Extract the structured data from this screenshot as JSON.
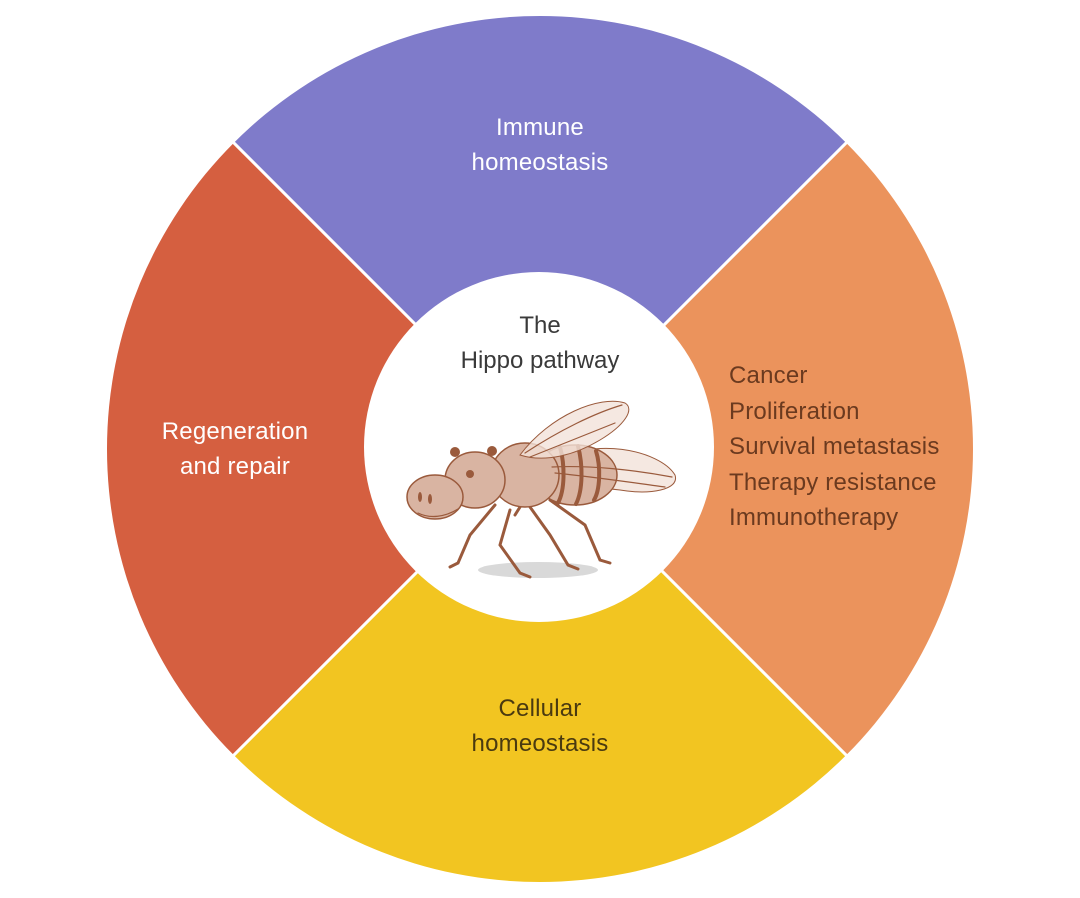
{
  "diagram": {
    "title_lines": [
      "The",
      "Hippo pathway"
    ],
    "center_illustration": "hippo-headed-fly-illustration",
    "colors": {
      "background": "#ffffff",
      "divider": "#ffffff",
      "center_text": "#3a3a3a",
      "immune": "#7f7bca",
      "cancer": "#eb935c",
      "cellular": "#f2c521",
      "regeneration": "#d55f40",
      "light_text": "#ffffff",
      "cancer_text": "#6b3a1f",
      "cellular_text": "#4a3a10",
      "fly_body": "#d9b4a2",
      "fly_outline": "#9a5a3c",
      "fly_wing": "#f3e2da",
      "shadow": "#cfcfcf"
    },
    "segments": [
      {
        "id": "immune",
        "position": "top",
        "lines": [
          "Immune",
          "homeostasis"
        ]
      },
      {
        "id": "cancer",
        "position": "right",
        "heading": "Cancer",
        "items": [
          "Proliferation",
          "Survival metastasis",
          "Therapy resistance",
          "Immunotherapy"
        ]
      },
      {
        "id": "cellular",
        "position": "bottom",
        "lines": [
          "Cellular",
          "homeostasis"
        ]
      },
      {
        "id": "regeneration",
        "position": "left",
        "lines": [
          "Regeneration",
          "and repair"
        ]
      }
    ]
  }
}
